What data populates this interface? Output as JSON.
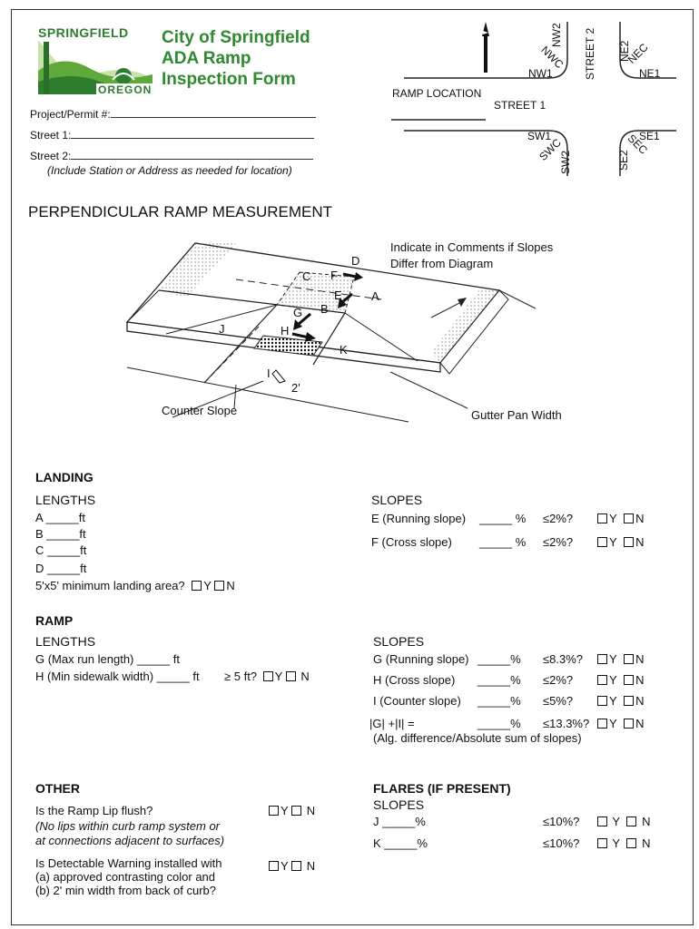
{
  "header": {
    "logo_top": "SPRINGFIELD",
    "logo_bottom": "OREGON",
    "title_line1": "City of Springfield",
    "title_line2": "ADA Ramp",
    "title_line3": "Inspection Form"
  },
  "fields": {
    "project_permit": "Project/Permit #:",
    "street1": "Street 1:",
    "street2": "Street 2:",
    "street_note": "(Include Station or Address as needed for location)"
  },
  "location_map": {
    "ramp_location": "RAMP LOCATION",
    "street1": "STREET 1",
    "street2": "STREET 2",
    "nw1": "NW1",
    "nwc": "NWC",
    "nw2": "NW2",
    "ne1": "NE1",
    "nec": "NEC",
    "ne2": "NE2",
    "sw1": "SW1",
    "swc": "SWC",
    "sw2": "SW2",
    "se1": "SE1",
    "sec": "SEC",
    "se2": "SE2"
  },
  "diagram": {
    "heading": "PERPENDICULAR RAMP MEASUREMENT",
    "note_line1": "Indicate in Comments if Slopes",
    "note_line2": "Differ from Diagram",
    "label_a": "A",
    "label_b": "B",
    "label_c": "C",
    "label_d": "D",
    "label_e": "E",
    "label_f": "F",
    "label_g": "G",
    "label_h": "H",
    "label_i": "I",
    "label_j": "J",
    "label_k": "K",
    "two_ft": "2'",
    "counter_slope": "Counter Slope",
    "gutter_pan": "Gutter Pan Width"
  },
  "landing": {
    "heading": "LANDING",
    "lengths_h": "LENGTHS",
    "a": "A _____ft",
    "b": "B _____ft",
    "c": "C _____ft",
    "d": "D _____ft",
    "min_area": "5'x5' minimum landing area?",
    "slopes_h": "SLOPES",
    "e_label": "E (Running slope)",
    "e_blank": "_____ %",
    "e_req": "≤2%?",
    "f_label": "F (Cross slope)",
    "f_blank": "_____ %",
    "f_req": "≤2%?"
  },
  "ramp": {
    "heading": "RAMP",
    "lengths_h": "LENGTHS",
    "g": "G (Max run length) _____ ft",
    "h": "H (Min sidewalk width) _____ ft",
    "h_req": "≥ 5 ft?",
    "slopes_h": "SLOPES",
    "g_label": "G (Running slope)",
    "g_blank": "_____%",
    "g_req": "≤8.3%?",
    "h_label": "H (Cross slope)",
    "h_blank": "_____%",
    "h_req2": "≤2%?",
    "i_label": "I (Counter slope)",
    "i_blank": "_____%",
    "i_req": "≤5%?",
    "gi_label": "|G| +|I| =",
    "gi_blank": "_____%",
    "gi_req": "≤13.3%?",
    "alg_note": "(Alg. difference/Absolute sum of slopes)"
  },
  "other": {
    "heading": "OTHER",
    "lip_q": "Is the Ramp Lip flush?",
    "lip_note1": "(No lips within curb ramp system or",
    "lip_note2": "at connections adjacent to surfaces)",
    "dw_q": "Is Detectable Warning installed with",
    "dw_a": "(a) approved contrasting color and",
    "dw_b": "(b) 2' min width from back of curb?"
  },
  "flares": {
    "heading": "FLARES (IF PRESENT)",
    "slopes_h": "SLOPES",
    "j": "J _____%",
    "j_req": "≤10%?",
    "k": "K _____%",
    "k_req": "≤10%?"
  },
  "yn": {
    "y": "Y",
    "n": "N"
  }
}
